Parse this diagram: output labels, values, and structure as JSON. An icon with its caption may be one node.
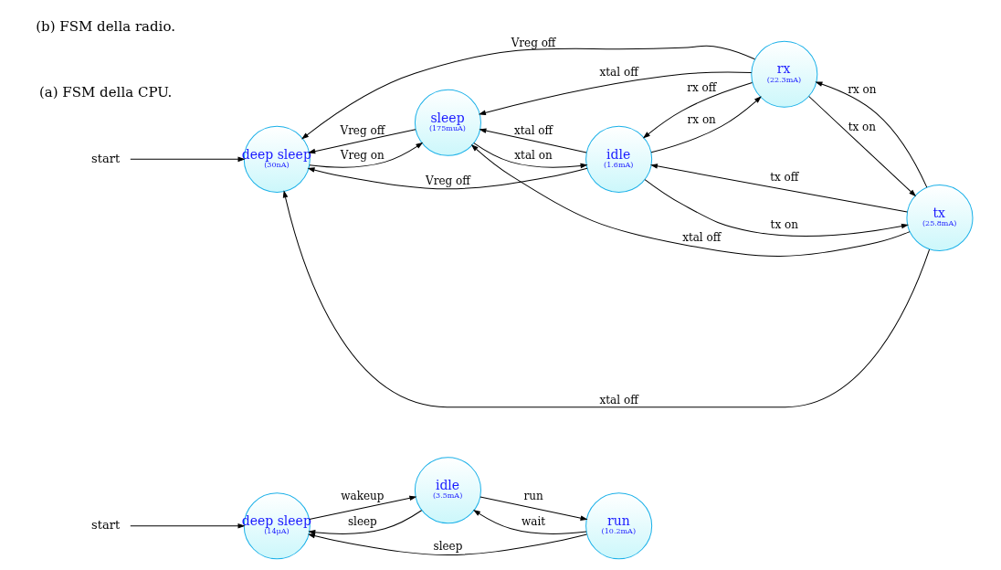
{
  "diagram": {
    "nodes": [
      {
        "text": [
          "start"
        ]
      },
      {
        "text": [
          "deep sleep",
          "(14μA)"
        ]
      },
      {
        "text": [
          "idle",
          "(3.5mA)"
        ]
      },
      {
        "text": [
          "run",
          "(10.2mA)"
        ]
      },
      {
        "text": [
          "start"
        ]
      },
      {
        "text": [
          "deep sleep",
          "(30nA)"
        ]
      },
      {
        "text": [
          "sleep",
          "(175muA)"
        ]
      },
      {
        "text": [
          "idle",
          "(1.6mA)"
        ]
      },
      {
        "text": [
          "tx",
          "(25.8mA)"
        ]
      },
      {
        "text": [
          "rx",
          "(22.3mA)"
        ]
      }
    ],
    "edges": [
      {
        "from": 0,
        "to": 1,
        "arrow": "to"
      },
      {
        "from": 1,
        "to": 2,
        "arrow": "to",
        "label": "wakeup"
      },
      {
        "from": 2,
        "to": 1,
        "arrow": "to",
        "label": "sleep"
      },
      {
        "from": 2,
        "to": 3,
        "arrow": "to",
        "label": "run"
      },
      {
        "from": 3,
        "to": 2,
        "arrow": "to",
        "label": "wait"
      },
      {
        "from": 3,
        "to": 1,
        "arrow": "to",
        "label": "sleep"
      },
      {
        "from": 4,
        "to": 5,
        "arrow": "to"
      },
      {
        "from": 5,
        "to": 6,
        "arrow": "to",
        "label": "Vreg on"
      },
      {
        "from": 6,
        "to": 5,
        "arrow": "to",
        "label": "Vreg off"
      },
      {
        "from": 8,
        "to": 5,
        "arrow": "to",
        "label": "xtal off"
      },
      {
        "from": 7,
        "to": 6,
        "arrow": "to",
        "label": "xtal off"
      },
      {
        "from": 6,
        "to": 7,
        "arrow": "to",
        "label": "xtal on"
      },
      {
        "from": 7,
        "to": 5,
        "arrow": "to",
        "label": "Vreg off"
      },
      {
        "from": 7,
        "to": 8,
        "arrow": "to",
        "label": "tx on"
      },
      {
        "from": 8,
        "to": 7,
        "arrow": "to",
        "label": "tx off"
      },
      {
        "from": 8,
        "to": 6,
        "arrow": "to",
        "label": "xtal off"
      },
      {
        "from": 9,
        "to": 6,
        "arrow": "to",
        "label": "xtal off"
      },
      {
        "from": 9,
        "to": 7,
        "arrow": "to",
        "label": "rx off"
      },
      {
        "from": 7,
        "to": 9,
        "arrow": "to",
        "label": "rx on"
      },
      {
        "from": 9,
        "to": 8,
        "arrow": "to",
        "label": "tx on"
      },
      {
        "from": 8,
        "to": 9,
        "arrow": "to",
        "label": "rx on"
      },
      {
        "from": 9,
        "to": 5,
        "arrow": "to",
        "label": "Vreg off"
      }
    ],
    "labels": [
      "(a) FSM della CPU.",
      "(b) FSM della radio."
    ]
  }
}
